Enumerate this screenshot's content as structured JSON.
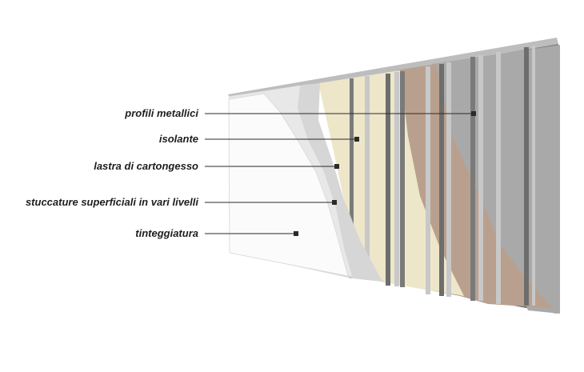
{
  "diagram": {
    "labels": [
      "profili metallici",
      "isolante",
      "lastra di cartongesso",
      "stuccature superficiali in vari livelli",
      "tinteggiatura"
    ]
  },
  "colors": {
    "steel_frame": "#6a6a6a",
    "steel_light": "#c8c8c8",
    "insulation": "#ede6c9",
    "insulation_back": "#b9a08e",
    "plasterboard": "#d6d6d6",
    "plaster_compound": "#e9e9e9",
    "paint_finish": "#fbfbfb",
    "label_text": "#1e1e1e"
  }
}
